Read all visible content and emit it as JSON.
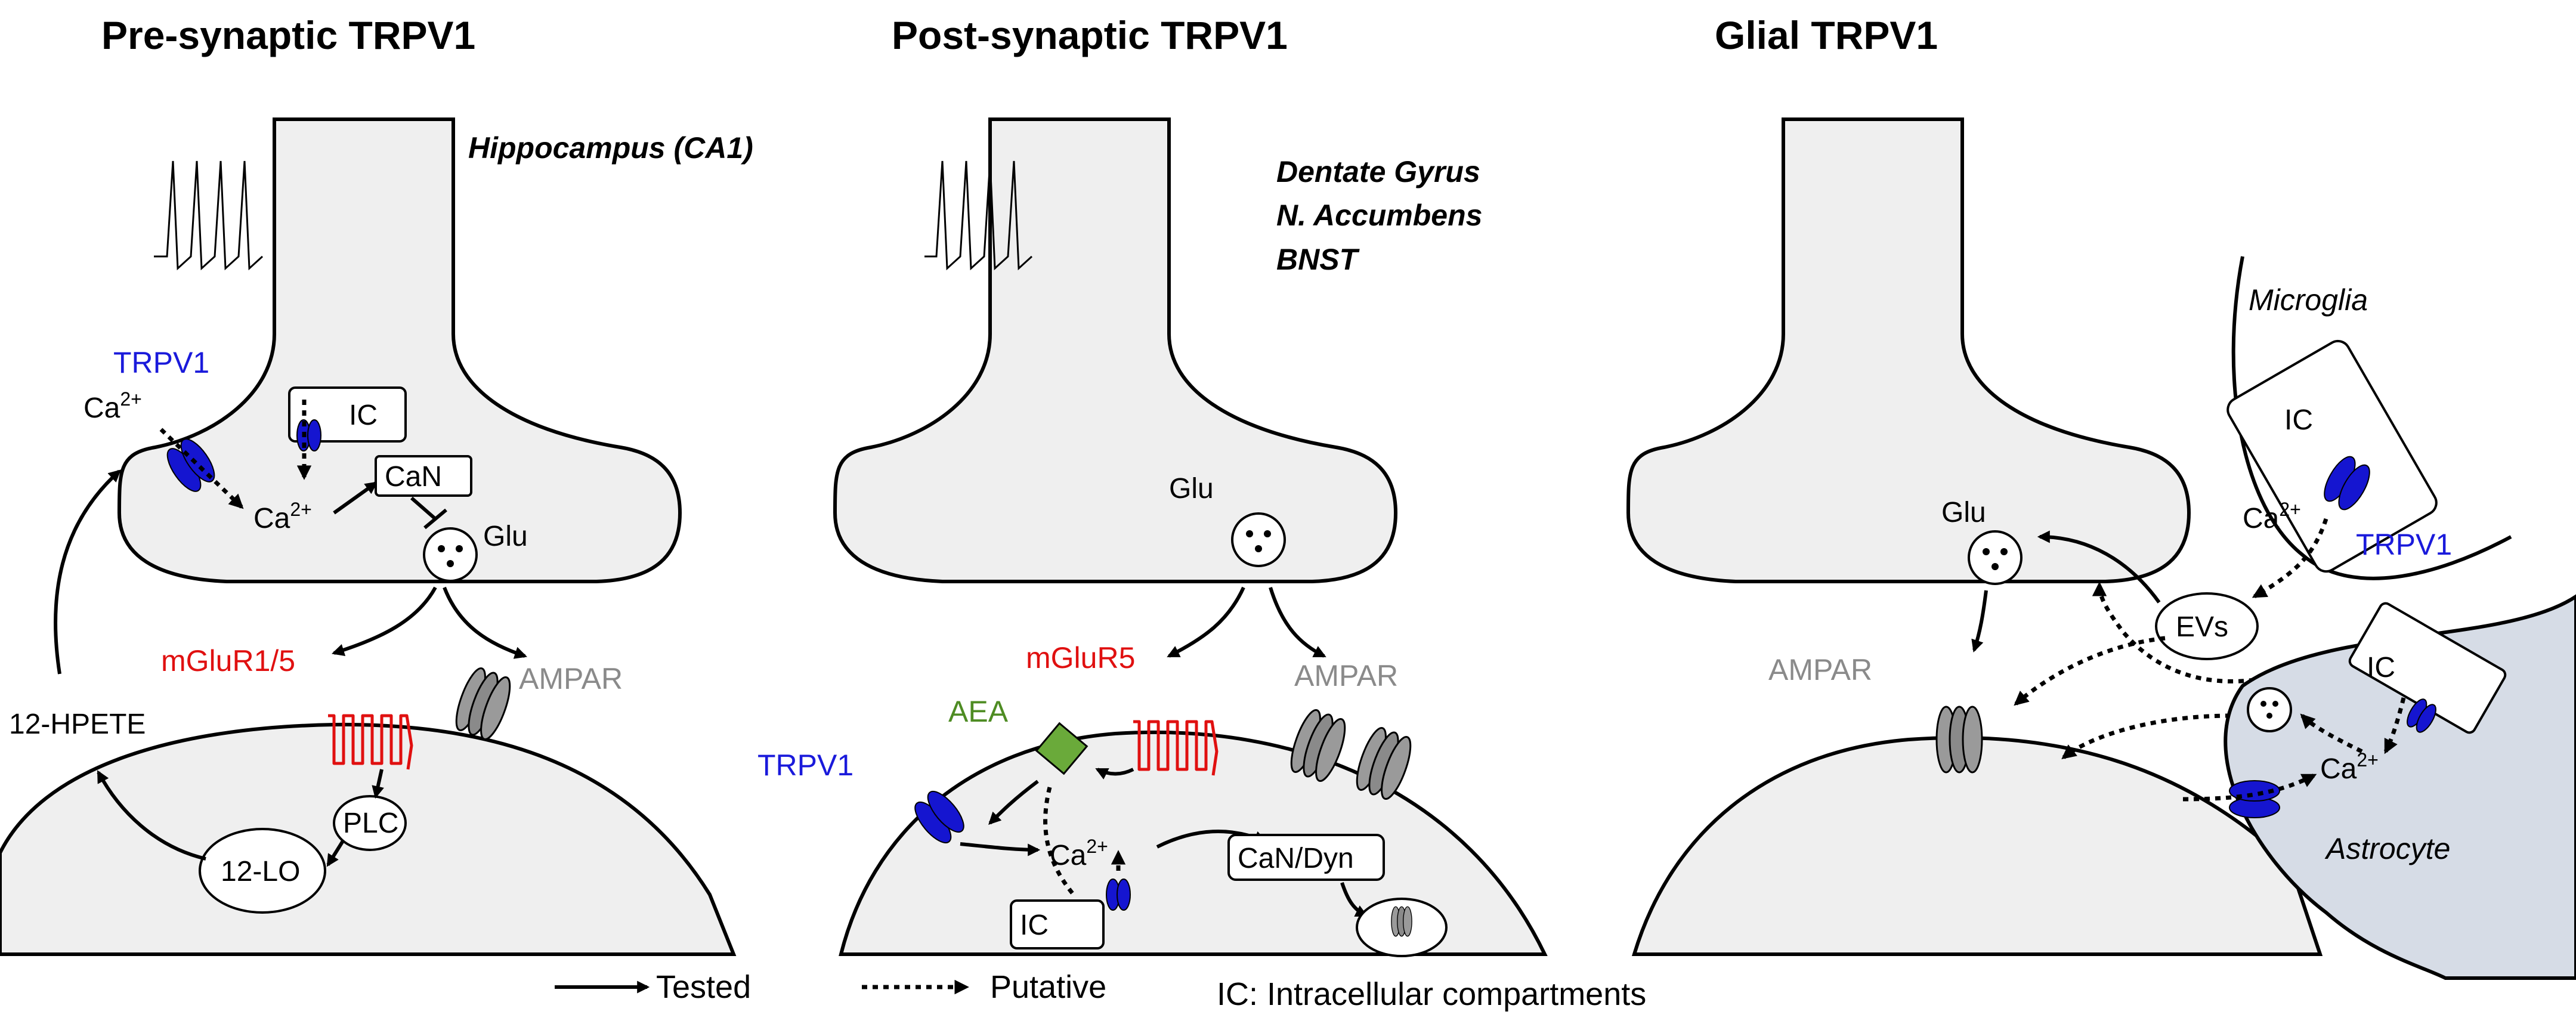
{
  "panels": {
    "pre": {
      "title": "Pre-synaptic TRPV1",
      "region": "Hippocampus (CA1)",
      "trpv1": "TRPV1",
      "ca": "Ca",
      "ca_sup": "2+",
      "ic": "IC",
      "can": "CaN",
      "ca2": "Ca",
      "ca2_sup": "2+",
      "glu": "Glu",
      "mglur": "mGluR1/5",
      "ampar": "AMPAR",
      "hpete": "12-HPETE",
      "plc": "PLC",
      "lo": "12-LO"
    },
    "post": {
      "title": "Post-synaptic TRPV1",
      "region1": "Dentate Gyrus",
      "region2": "N. Accumbens",
      "region3": "BNST",
      "glu": "Glu",
      "mglur": "mGluR5",
      "ampar": "AMPAR",
      "aea": "AEA",
      "trpv1": "TRPV1",
      "ca": "Ca",
      "ca_sup": "2+",
      "ic": "IC",
      "candyn": "CaN/Dyn"
    },
    "glial": {
      "title": "Glial TRPV1",
      "glu": "Glu",
      "ampar": "AMPAR",
      "microglia": "Microglia",
      "ic_micro": "IC",
      "ca_micro": "Ca",
      "ca_micro_sup": "2+",
      "trpv1": "TRPV1",
      "evs": "EVs",
      "ic_astro": "IC",
      "ca_astro": "Ca",
      "ca_astro_sup": "2+",
      "astrocyte": "Astrocyte"
    }
  },
  "legend": {
    "tested": "Tested",
    "putative": "Putative",
    "ic_def": "IC: Intracellular  compartments"
  },
  "colors": {
    "trpv1": "#1a1adb",
    "mglur": "#e01010",
    "ampar": "#8a8a8a",
    "aea": "#6aaa3a",
    "cell": "#efefef",
    "astrocyte": "#d6dce6"
  }
}
